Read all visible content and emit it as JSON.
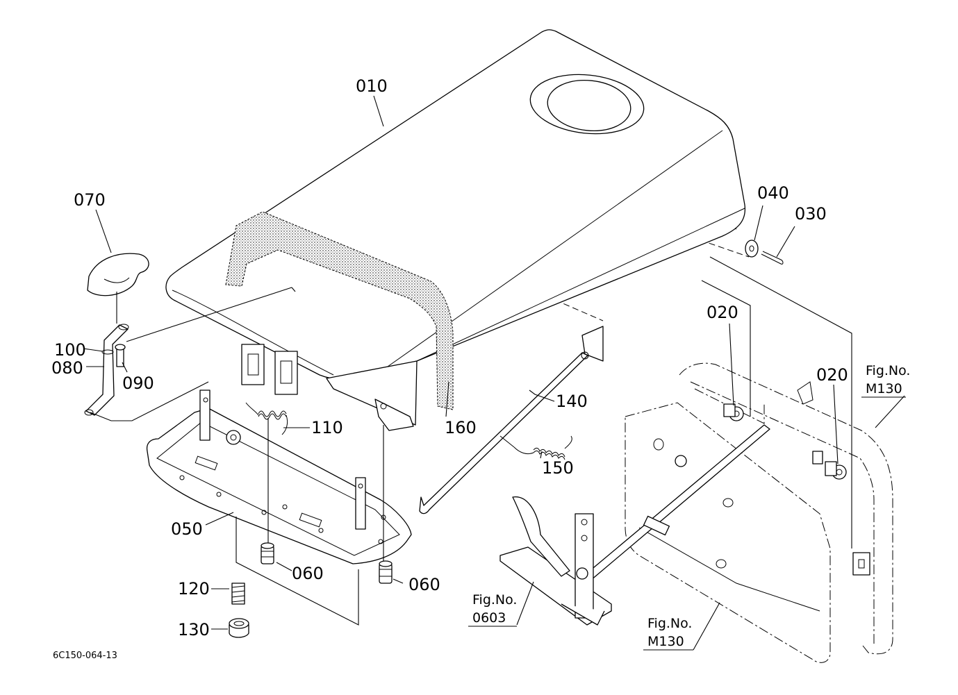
{
  "document_id": "6C150-064-13",
  "callouts": {
    "p010": "010",
    "p020a": "020",
    "p020b": "020",
    "p030": "030",
    "p040": "040",
    "p050": "050",
    "p060a": "060",
    "p060b": "060",
    "p070": "070",
    "p080": "080",
    "p090": "090",
    "p100": "100",
    "p110": "110",
    "p120": "120",
    "p130": "130",
    "p140": "140",
    "p150": "150",
    "p160": "160"
  },
  "figure_refs": {
    "m130_right": {
      "line1": "Fig.No.",
      "line2": "M130"
    },
    "m130_bottom": {
      "line1": "Fig.No.",
      "line2": "M130"
    },
    "f0603": {
      "line1": "Fig.No.",
      "line2": "0603"
    }
  }
}
